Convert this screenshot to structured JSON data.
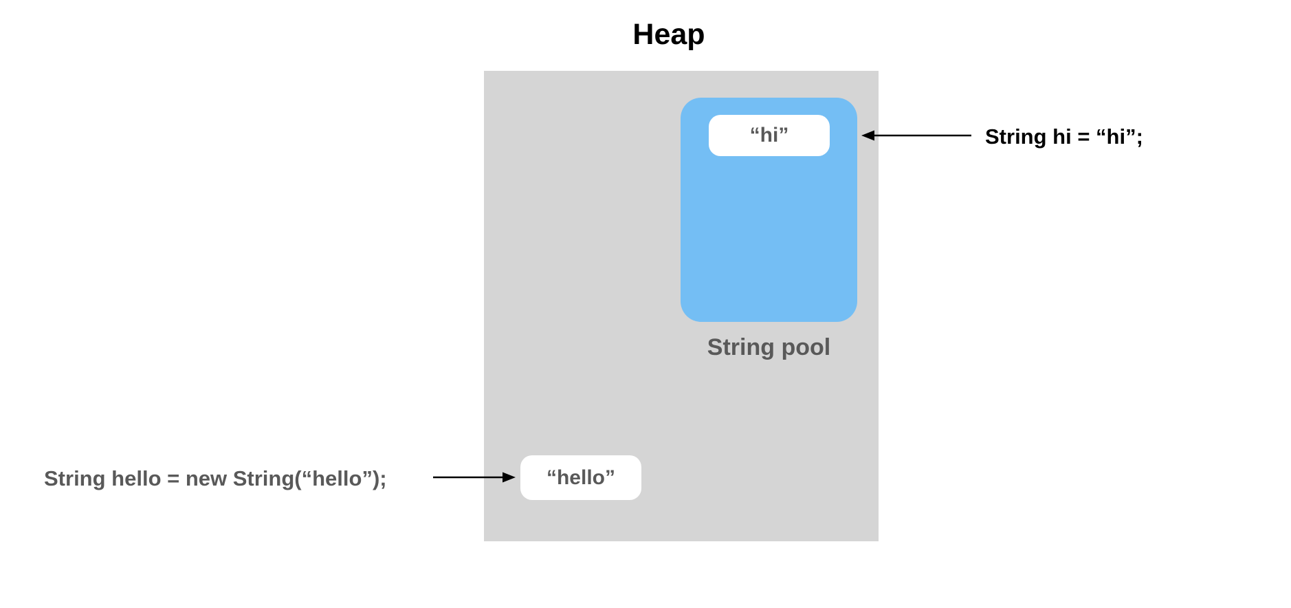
{
  "title": "Heap",
  "colors": {
    "heap_bg": "#d5d5d5",
    "pool_bg": "#74bef4",
    "box_bg": "#ffffff",
    "gray_text": "#595959",
    "black_text": "#000000"
  },
  "heap": {
    "string_pool": {
      "label": "String pool",
      "items": [
        {
          "value": "“hi”"
        }
      ]
    },
    "objects": [
      {
        "value": "“hello”"
      }
    ]
  },
  "annotations": {
    "hi": {
      "code": "String hi = “hi”;"
    },
    "hello": {
      "code": "String hello = new String(“hello”);"
    }
  }
}
